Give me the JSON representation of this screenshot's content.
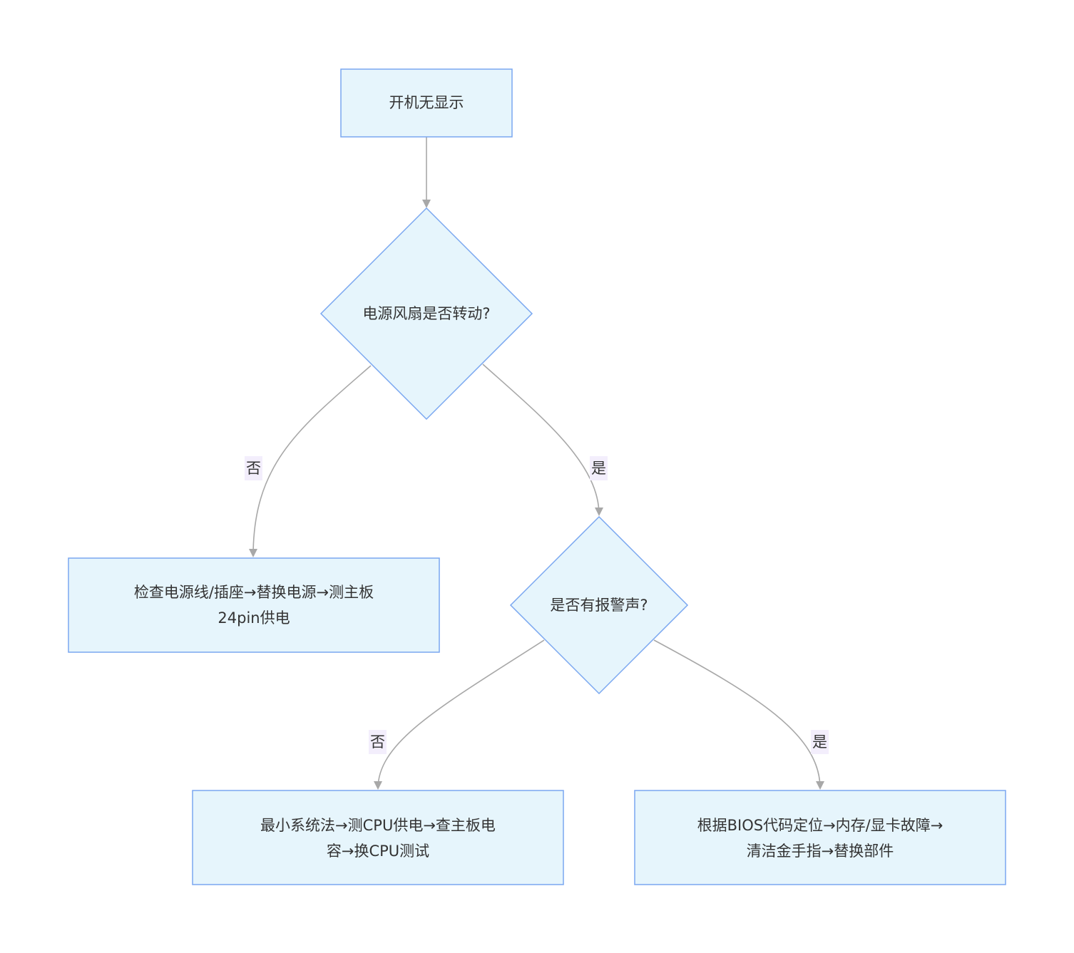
{
  "nodes": {
    "start": {
      "text": "开机无显示",
      "shape": "rect"
    },
    "fan_check": {
      "text": "电源风扇是否转动?",
      "shape": "diamond"
    },
    "power_fix": {
      "lines": [
        "检查电源线/插座→替换电源→测主板",
        "24pin供电"
      ],
      "shape": "rect"
    },
    "beep_check": {
      "text": "是否有报警声?",
      "shape": "diamond"
    },
    "min_system": {
      "lines": [
        "最小系统法→测CPU供电→查主板电",
        "容→换CPU测试"
      ],
      "shape": "rect"
    },
    "bios_code": {
      "lines": [
        "根据BIOS代码定位→内存/显卡故障→",
        "清洁金手指→替换部件"
      ],
      "shape": "rect"
    }
  },
  "edges": [
    {
      "from": "start",
      "to": "fan_check",
      "label": ""
    },
    {
      "from": "fan_check",
      "to": "power_fix",
      "label": "否"
    },
    {
      "from": "fan_check",
      "to": "beep_check",
      "label": "是"
    },
    {
      "from": "beep_check",
      "to": "min_system",
      "label": "否"
    },
    {
      "from": "beep_check",
      "to": "bios_code",
      "label": "是"
    }
  ],
  "colors": {
    "node_fill": "#e6f5fc",
    "node_stroke": "#7aa7f0",
    "edge_stroke": "#a8a8a8",
    "label_bg": "#f3eefc",
    "text": "#333333"
  }
}
